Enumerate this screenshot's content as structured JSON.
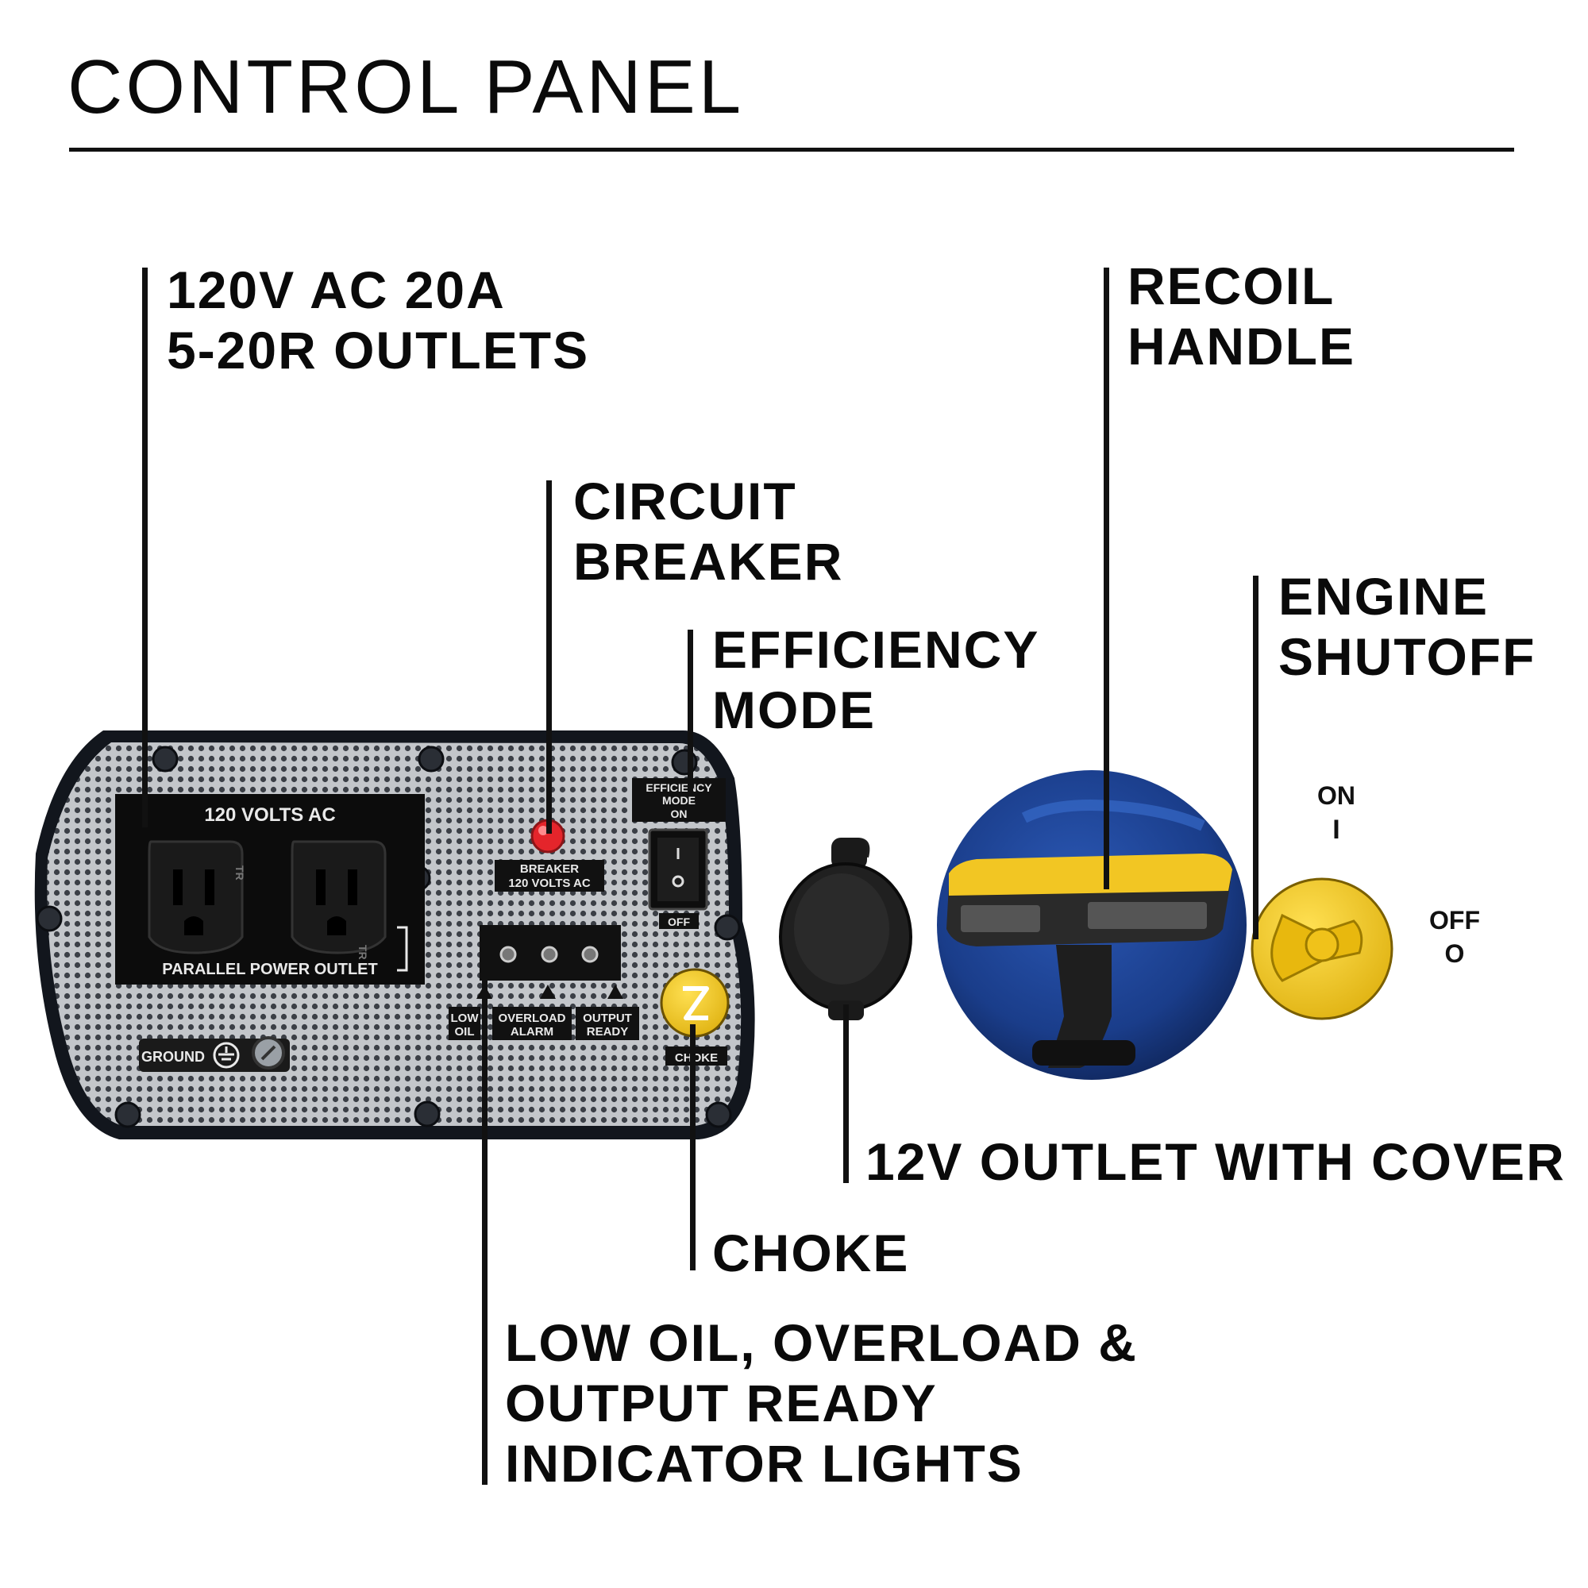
{
  "page": {
    "title": "CONTROL PANEL"
  },
  "callouts": {
    "outlets": [
      "120V AC 20A",
      "5-20R OUTLETS"
    ],
    "breaker": [
      "CIRCUIT",
      "BREAKER"
    ],
    "efficiency": [
      "EFFICIENCY",
      "MODE"
    ],
    "recoil": [
      "RECOIL",
      "HANDLE"
    ],
    "shutoff": [
      "ENGINE",
      "SHUTOFF"
    ],
    "outlet12v": [
      "12V OUTLET WITH COVER"
    ],
    "choke": [
      "CHOKE"
    ],
    "indicators": [
      "LOW OIL, OVERLOAD &",
      "OUTPUT READY",
      "INDICATOR LIGHTS"
    ]
  },
  "panel_labels": {
    "volts": "120 VOLTS AC",
    "parallel": "PARALLEL POWER OUTLET",
    "ground": "GROUND",
    "breaker_l1": "BREAKER",
    "breaker_l2": "120 VOLTS AC",
    "eff_l1": "EFFICIENCY",
    "eff_l2": "MODE",
    "eff_on": "ON",
    "eff_off": "OFF",
    "low_l1": "LOW",
    "low_l2": "OIL",
    "overload_l1": "OVERLOAD",
    "overload_l2": "ALARM",
    "output_l1": "OUTPUT",
    "output_l2": "READY",
    "choke": "CHOKE",
    "tr": "TR"
  },
  "shutoff_labels": {
    "on": "ON",
    "on_mark": "I",
    "off": "OFF",
    "off_mark": "O"
  },
  "colors": {
    "panel_frame": "#161b24",
    "panel_mesh": "#b9bcc0",
    "outlet_black": "#111111",
    "breaker_red": "#e4252b",
    "choke_yellow": "#f3c21b",
    "recoil_blue": "#1c3f8f",
    "recoil_yellow": "#f2c623",
    "shutoff_yellow": "#f2cf1f"
  }
}
